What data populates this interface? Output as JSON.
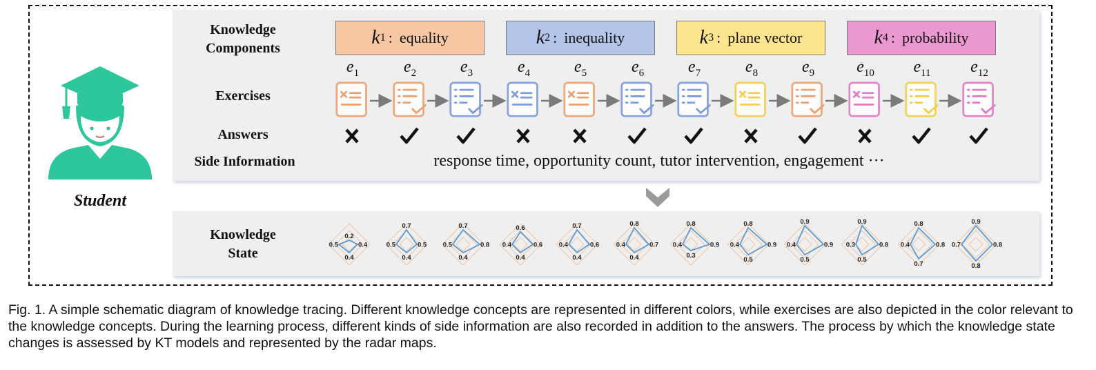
{
  "labels": {
    "knowledge_components": [
      "Knowledge",
      "Components"
    ],
    "exercises": "Exercises",
    "answers": "Answers",
    "side_information": "Side Information",
    "knowledge_state": [
      "Knowledge",
      "State"
    ],
    "student": "Student"
  },
  "knowledge_components": [
    {
      "sym": "k",
      "sub": "1",
      "name": "equality",
      "color": "#f7c6a3"
    },
    {
      "sym": "k",
      "sub": "2",
      "name": "inequality",
      "color": "#b4c3e8"
    },
    {
      "sym": "k",
      "sub": "3",
      "name": "plane vector",
      "color": "#fde58e"
    },
    {
      "sym": "k",
      "sub": "4",
      "name": "probability",
      "color": "#ec98d0"
    }
  ],
  "exercises": [
    {
      "sym": "e",
      "sub": "1",
      "kc": 0,
      "type": "cross",
      "answer": "wrong"
    },
    {
      "sym": "e",
      "sub": "2",
      "kc": 0,
      "type": "check",
      "answer": "right"
    },
    {
      "sym": "e",
      "sub": "3",
      "kc": 1,
      "type": "check",
      "answer": "right"
    },
    {
      "sym": "e",
      "sub": "4",
      "kc": 1,
      "type": "cross",
      "answer": "wrong"
    },
    {
      "sym": "e",
      "sub": "5",
      "kc": 0,
      "type": "cross",
      "answer": "wrong"
    },
    {
      "sym": "e",
      "sub": "6",
      "kc": 1,
      "type": "check",
      "answer": "right"
    },
    {
      "sym": "e",
      "sub": "7",
      "kc": 1,
      "type": "check",
      "answer": "right"
    },
    {
      "sym": "e",
      "sub": "8",
      "kc": 2,
      "type": "cross",
      "answer": "wrong"
    },
    {
      "sym": "e",
      "sub": "9",
      "kc": 0,
      "type": "check",
      "answer": "right"
    },
    {
      "sym": "e",
      "sub": "10",
      "kc": 3,
      "type": "cross",
      "answer": "wrong"
    },
    {
      "sym": "e",
      "sub": "11",
      "kc": 2,
      "type": "check",
      "answer": "right"
    },
    {
      "sym": "e",
      "sub": "12",
      "kc": 3,
      "type": "check",
      "answer": "right"
    }
  ],
  "exercise_stroke_colors": [
    "#f0a070",
    "#7f9be0",
    "#f5cf45",
    "#e57bc6"
  ],
  "side_information_text": "response time, opportunity count, tutor intervention, engagement ···",
  "knowledge_states": [
    {
      "top": "0.2",
      "right": "0.4",
      "bottom": "0.4",
      "left": "0.5"
    },
    {
      "top": "0.7",
      "right": "0.5",
      "bottom": "0.4",
      "left": "0.5"
    },
    {
      "top": "0.7",
      "right": "0.8",
      "bottom": "0.4",
      "left": "0.5"
    },
    {
      "top": "0.6",
      "right": "0.6",
      "bottom": "0.4",
      "left": "0.4"
    },
    {
      "top": "0.7",
      "right": "0.6",
      "bottom": "0.4",
      "left": "0.4"
    },
    {
      "top": "0.8",
      "right": "0.7",
      "bottom": "0.4",
      "left": "0.4"
    },
    {
      "top": "0.8",
      "right": "0.9",
      "bottom": "0.3",
      "left": "0.4"
    },
    {
      "top": "0.8",
      "right": "0.9",
      "bottom": "0.5",
      "left": "0.4"
    },
    {
      "top": "0.9",
      "right": "0.9",
      "bottom": "0.5",
      "left": "0.4"
    },
    {
      "top": "0.9",
      "right": "0.8",
      "bottom": "0.5",
      "left": "0.3"
    },
    {
      "top": "0.8",
      "right": "0.8",
      "bottom": "0.7",
      "left": "0.4"
    },
    {
      "top": "0.9",
      "right": "0.8",
      "bottom": "0.8",
      "left": "0.7"
    }
  ],
  "colors": {
    "radar_line": "#5b9bd5",
    "radar_grid": "#f1b98f",
    "student": "#2ec79b",
    "chevron": "#9a9a9a"
  },
  "caption": "Fig. 1. A simple schematic diagram of knowledge tracing. Different knowledge concepts are represented in different colors, while exercises are also depicted in the color relevant to the knowledge concepts. During the learning process, different kinds of side information are also recorded in addition to the answers. The process by which the knowledge state changes is assessed by KT models and represented by the radar maps."
}
